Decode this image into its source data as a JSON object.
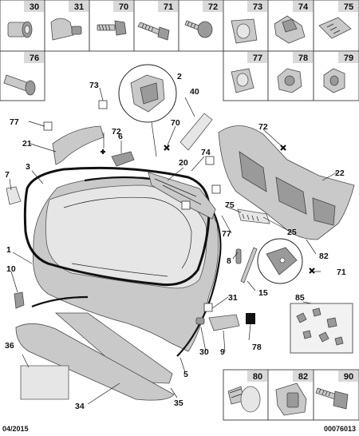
{
  "top_row": [
    "30",
    "31",
    "70",
    "71",
    "72",
    "73",
    "74",
    "75"
  ],
  "second_row": [
    "76",
    "77",
    "78",
    "79"
  ],
  "bottom_row": [
    "80",
    "82",
    "90"
  ],
  "callouts": [
    "2",
    "73",
    "77",
    "72",
    "21",
    "6",
    "70",
    "40",
    "7",
    "3",
    "20",
    "74",
    "72",
    "22",
    "75",
    "1",
    "77",
    "25",
    "8",
    "82",
    "10",
    "71",
    "15",
    "85",
    "31",
    "36",
    "30",
    "9",
    "78",
    "5",
    "34",
    "35"
  ],
  "footer": {
    "date": "04/2015",
    "ref": "00076013"
  }
}
